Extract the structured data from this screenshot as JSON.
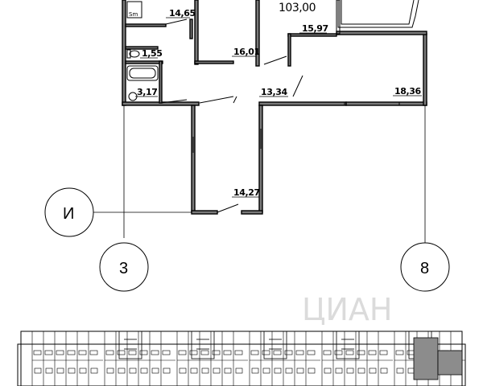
{
  "plan": {
    "total_area": "103,00",
    "rooms": [
      {
        "id": "wardrobe",
        "area": "14,65"
      },
      {
        "id": "room_a",
        "area": "16,01"
      },
      {
        "id": "room_b",
        "area": "15,97"
      },
      {
        "id": "wc",
        "area": "1,55"
      },
      {
        "id": "bath",
        "area": "3,17"
      },
      {
        "id": "hall",
        "area": "13,34"
      },
      {
        "id": "living",
        "area": "18,36"
      },
      {
        "id": "bedroom",
        "area": "14,27"
      }
    ],
    "axes": {
      "row": "И",
      "col_left": "3",
      "col_right": "8"
    },
    "appliance_label": "Sm"
  },
  "watermark": "ЦИАН",
  "colors": {
    "wall": "#7a7a7a",
    "highlight": "#8c8c8c",
    "line": "#000000"
  }
}
